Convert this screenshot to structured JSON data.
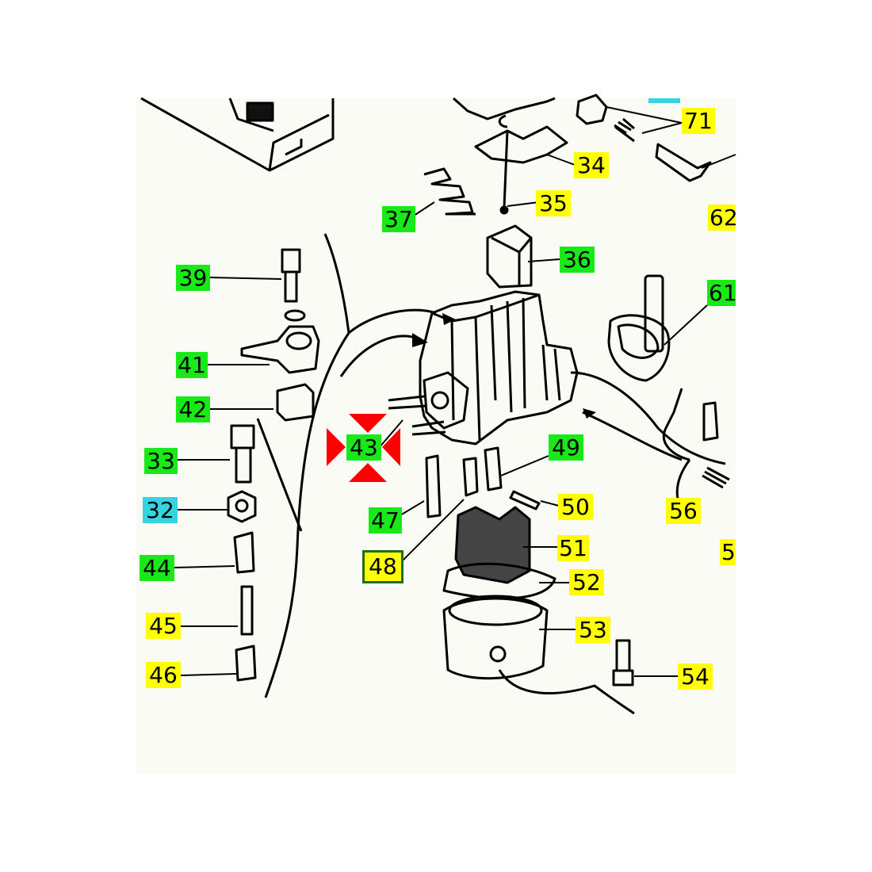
{
  "colors": {
    "available": "#19e819",
    "optional": "#ffff00",
    "other": "#33d6e0",
    "marker": "#ff0000",
    "selected_border": "#1f6b1f",
    "line": "#000000",
    "panel": "#fbfbf6"
  },
  "icons": [
    "cross-marker-icon"
  ],
  "selected_part": "48",
  "parts": [
    {
      "id": "p71",
      "label": "71",
      "status": "optional"
    },
    {
      "id": "p34",
      "label": "34",
      "status": "optional"
    },
    {
      "id": "p35",
      "label": "35",
      "status": "optional"
    },
    {
      "id": "p37",
      "label": "37",
      "status": "available"
    },
    {
      "id": "p62",
      "label": "62",
      "status": "optional"
    },
    {
      "id": "p36",
      "label": "36",
      "status": "available"
    },
    {
      "id": "p39",
      "label": "39",
      "status": "available"
    },
    {
      "id": "p61",
      "label": "61",
      "status": "available"
    },
    {
      "id": "p41",
      "label": "41",
      "status": "available"
    },
    {
      "id": "p42",
      "label": "42",
      "status": "available"
    },
    {
      "id": "p43",
      "label": "43",
      "status": "available"
    },
    {
      "id": "p49",
      "label": "49",
      "status": "available"
    },
    {
      "id": "p33",
      "label": "33",
      "status": "available"
    },
    {
      "id": "p50",
      "label": "50",
      "status": "optional"
    },
    {
      "id": "p56",
      "label": "56",
      "status": "optional"
    },
    {
      "id": "p32",
      "label": "32",
      "status": "other"
    },
    {
      "id": "p47",
      "label": "47",
      "status": "available"
    },
    {
      "id": "p51",
      "label": "51",
      "status": "optional"
    },
    {
      "id": "p5x",
      "label": "5",
      "status": "optional"
    },
    {
      "id": "p44",
      "label": "44",
      "status": "available"
    },
    {
      "id": "p48",
      "label": "48",
      "status": "optional"
    },
    {
      "id": "p52",
      "label": "52",
      "status": "optional"
    },
    {
      "id": "p45",
      "label": "45",
      "status": "optional"
    },
    {
      "id": "p53",
      "label": "53",
      "status": "optional"
    },
    {
      "id": "p46",
      "label": "46",
      "status": "optional"
    },
    {
      "id": "p54",
      "label": "54",
      "status": "optional"
    }
  ]
}
